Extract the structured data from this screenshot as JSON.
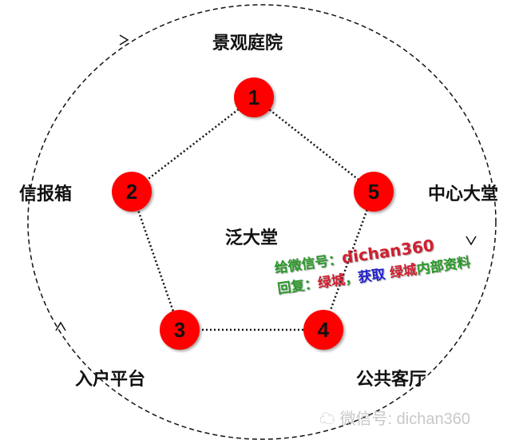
{
  "center_label": "泛大堂",
  "nodes": [
    {
      "number": "1",
      "label": "景观庭院"
    },
    {
      "number": "2",
      "label": "信报箱"
    },
    {
      "number": "3",
      "label": "入户平台"
    },
    {
      "number": "4",
      "label": "公共客厅"
    },
    {
      "number": "5",
      "label": "中心大堂"
    }
  ],
  "colors": {
    "node": "#ff0000",
    "line": "#111111"
  },
  "watermark": {
    "line1_prefix": "给微信号：",
    "line1_id": "dichan360",
    "line2_prefix": "回复：",
    "line2_a": "绿城",
    "line2_sep": "，",
    "line2_b": "获取",
    "line2_c": "绿城",
    "line2_d": "内部资料"
  },
  "footer": {
    "icon": "wechat-icon",
    "text": "微信号: dichan360"
  }
}
